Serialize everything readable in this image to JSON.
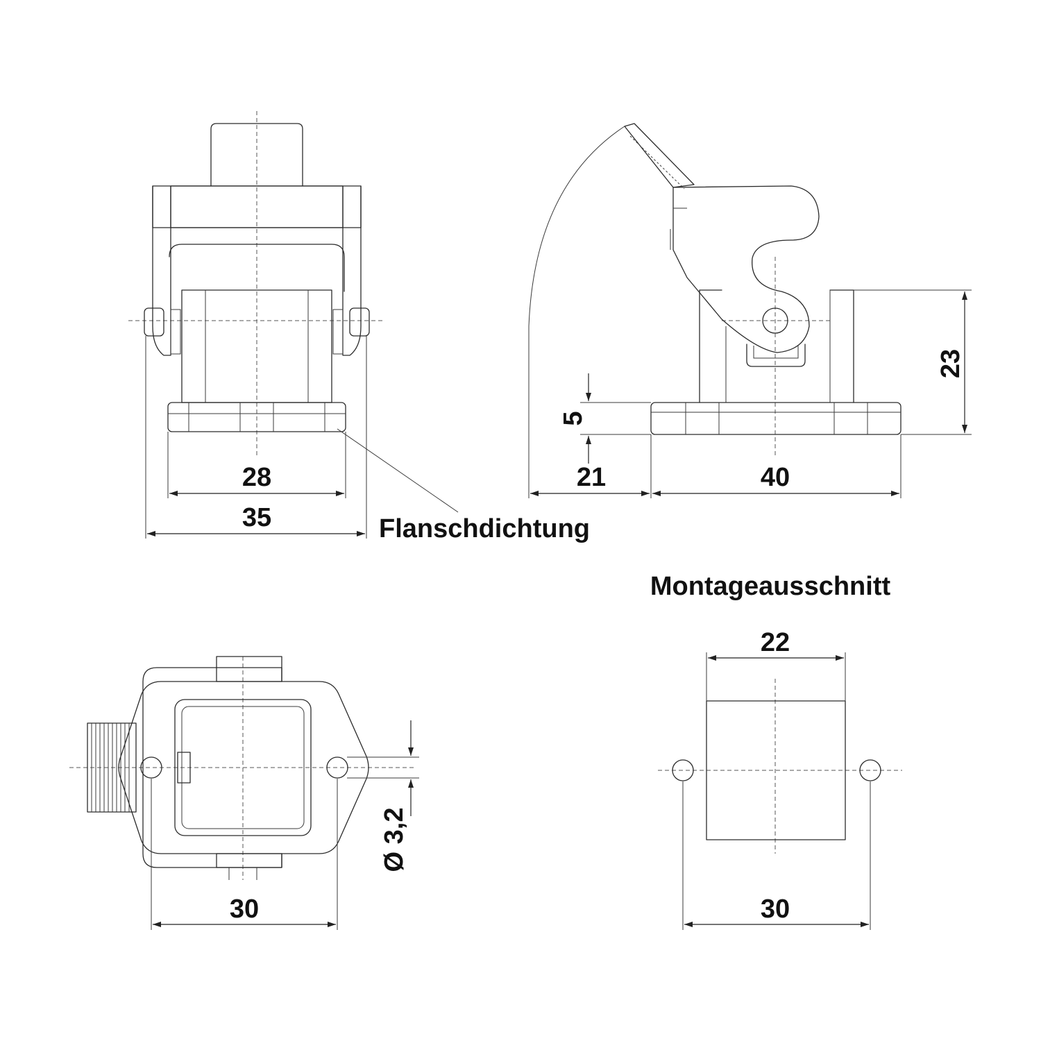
{
  "labels": {
    "gasket": "Flanschdichtung",
    "cutout_title": "Montageausschnitt"
  },
  "dimensions": {
    "front_inner_width": "28",
    "front_outer_width": "35",
    "side_offset": "21",
    "side_length": "40",
    "side_flange_height": "5",
    "side_height": "23",
    "bottom_hole_spacing": "30",
    "bottom_hole_diameter": "Ø 3,2",
    "cutout_width": "22",
    "cutout_hole_spacing": "30"
  },
  "colors": {
    "line": "#2b2b2b",
    "text": "#111111",
    "background": "#ffffff"
  }
}
